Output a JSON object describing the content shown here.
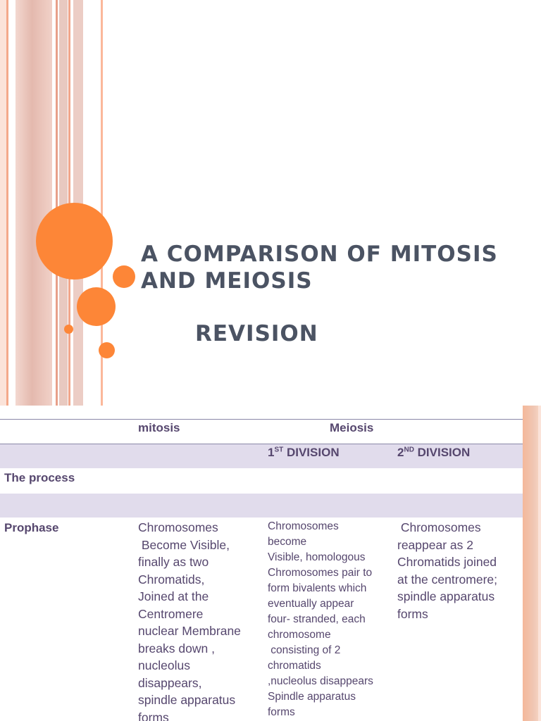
{
  "slide1": {
    "title": "A COMPARISON OF MITOSIS\nAND MEIOSIS",
    "subtitle": "REVISION",
    "colors": {
      "accent": "#fd8637",
      "title_text": "#4b5363"
    }
  },
  "slide2": {
    "table": {
      "col_mitosis": "mitosis",
      "col_meiosis": "Meiosis",
      "first_division": {
        "num": "1",
        "sup": "ST",
        "label": " DIVISION"
      },
      "second_division": {
        "num": "2",
        "sup": "ND",
        "label": " DIVISION"
      },
      "row_process": "The process",
      "row_prophase": "Prophase",
      "prophase_mitosis": "Chromosomes\n Become Visible,\nfinally as two\nChromatids,\nJoined at the\nCentromere\nnuclear Membrane\nbreaks down ,\nnucleolus\ndisappears,\nspindle apparatus\nforms",
      "prophase_meiosis_1": "Chromosomes\nbecome\nVisible, homologous\nChromosomes pair to\nform bivalents which\neventually appear\nfour- stranded, each\nchromosome\n consisting of 2\nchromatids\n,nucleolus disappears\nSpindle apparatus\nforms",
      "prophase_meiosis_2": " Chromosomes\nreappear as 2\nChromatids joined\nat the centromere;\nspindle apparatus\nforms"
    },
    "colors": {
      "band": "#e1dcec",
      "text": "#56476e"
    }
  }
}
